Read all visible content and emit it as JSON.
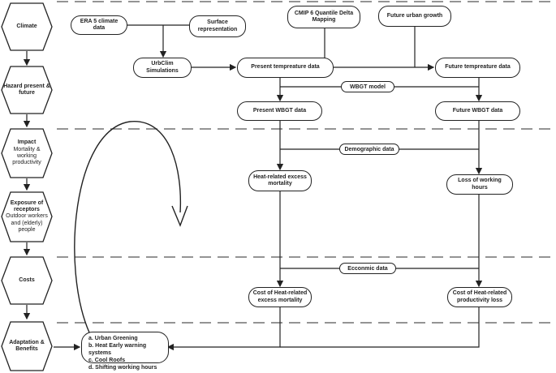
{
  "stages": [
    {
      "id": "climate",
      "title": "Climate",
      "subtitle": ""
    },
    {
      "id": "hazard",
      "title": "Hazard present & future",
      "subtitle": ""
    },
    {
      "id": "impact",
      "title": "Impact",
      "subtitle": "Mortality & working productivity"
    },
    {
      "id": "exposure",
      "title": "Exposure of receptors",
      "subtitle": "Outdoor workers and (elderly) people"
    },
    {
      "id": "costs",
      "title": "Costs",
      "subtitle": ""
    },
    {
      "id": "adaptation",
      "title": "Adaptation & Benefits",
      "subtitle": ""
    }
  ],
  "nodes": {
    "era5": "ERA 5 climate data",
    "surface": "Surface representation",
    "cmip6": "CMIP 6 Quantile Delta Mapping",
    "urban_growth": "Future urban growth",
    "urbclim": "UrbClim Simulations",
    "present_temp": "Present tempreature data",
    "future_temp": "Future tempreature data",
    "wbgt_model": "WBGT model",
    "present_wbgt": "Present WBGT data",
    "future_wbgt": "Future WBGT data",
    "demographic": "Demographic data",
    "heat_mortality": "Heat-related excess mortality",
    "loss_hours": "Loss of working hours",
    "economic": "Ecconmic data",
    "cost_mortality": "Cost of Heat-related excess mortality",
    "cost_productivity": "Cost of Heat-related productivity loss"
  },
  "adaptation_measures": [
    "a.  Urban Greening",
    "b.  Heat Early warning systems",
    "c.  Cool Roofs",
    "d.  Shifting working hours"
  ],
  "colors": {
    "line": "#222222",
    "dash": "#555555",
    "background": "#ffffff"
  }
}
